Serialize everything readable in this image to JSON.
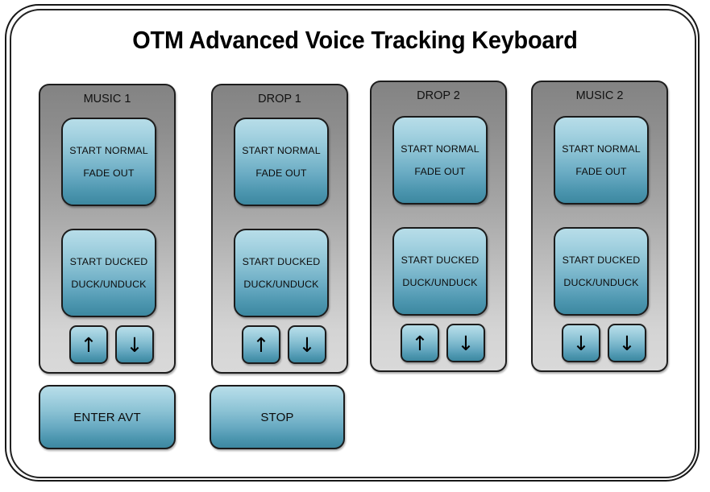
{
  "device": {
    "title": "OTM Advanced Voice Tracking Keyboard",
    "frame_style": "double-line-rounded-bezel"
  },
  "colors": {
    "key_top": "#b7dde8",
    "key_bottom": "#3d88a0",
    "panel_top": "#838383",
    "panel_bottom": "#d9d9d9",
    "outline": "#1b1b1b",
    "text": "#0c0c0c",
    "page_background": "#ffffff"
  },
  "channels": [
    {
      "name": "MUSIC 1",
      "normal_key": {
        "line1": "START NORMAL",
        "line2": "FADE OUT"
      },
      "ducked_key": {
        "line1": "START DUCKED",
        "line2": "DUCK/UNDUCK"
      },
      "up_key": {
        "icon": "arrow-up-icon",
        "glyph": "↑"
      },
      "down_key": {
        "icon": "arrow-down-icon",
        "glyph": "↓"
      }
    },
    {
      "name": "DROP 1",
      "normal_key": {
        "line1": "START NORMAL",
        "line2": "FADE OUT"
      },
      "ducked_key": {
        "line1": "START DUCKED",
        "line2": "DUCK/UNDUCK"
      },
      "up_key": {
        "icon": "arrow-up-icon",
        "glyph": "↑"
      },
      "down_key": {
        "icon": "arrow-down-icon",
        "glyph": "↓"
      }
    },
    {
      "name": "DROP 2",
      "normal_key": {
        "line1": "START NORMAL",
        "line2": "FADE OUT"
      },
      "ducked_key": {
        "line1": "START DUCKED",
        "line2": "DUCK/UNDUCK"
      },
      "up_key": {
        "icon": "arrow-up-icon",
        "glyph": "↑"
      },
      "down_key": {
        "icon": "arrow-down-icon",
        "glyph": "↓"
      }
    },
    {
      "name": "MUSIC 2",
      "normal_key": {
        "line1": "START NORMAL",
        "line2": "FADE OUT"
      },
      "ducked_key": {
        "line1": "START DUCKED",
        "line2": "DUCK/UNDUCK"
      },
      "up_key": {
        "icon": "arrow-up-icon",
        "glyph": "↓"
      },
      "down_key": {
        "icon": "arrow-down-icon",
        "glyph": "↓"
      }
    }
  ],
  "global_keys": [
    {
      "label": "ENTER AVT"
    },
    {
      "label": "STOP"
    }
  ]
}
